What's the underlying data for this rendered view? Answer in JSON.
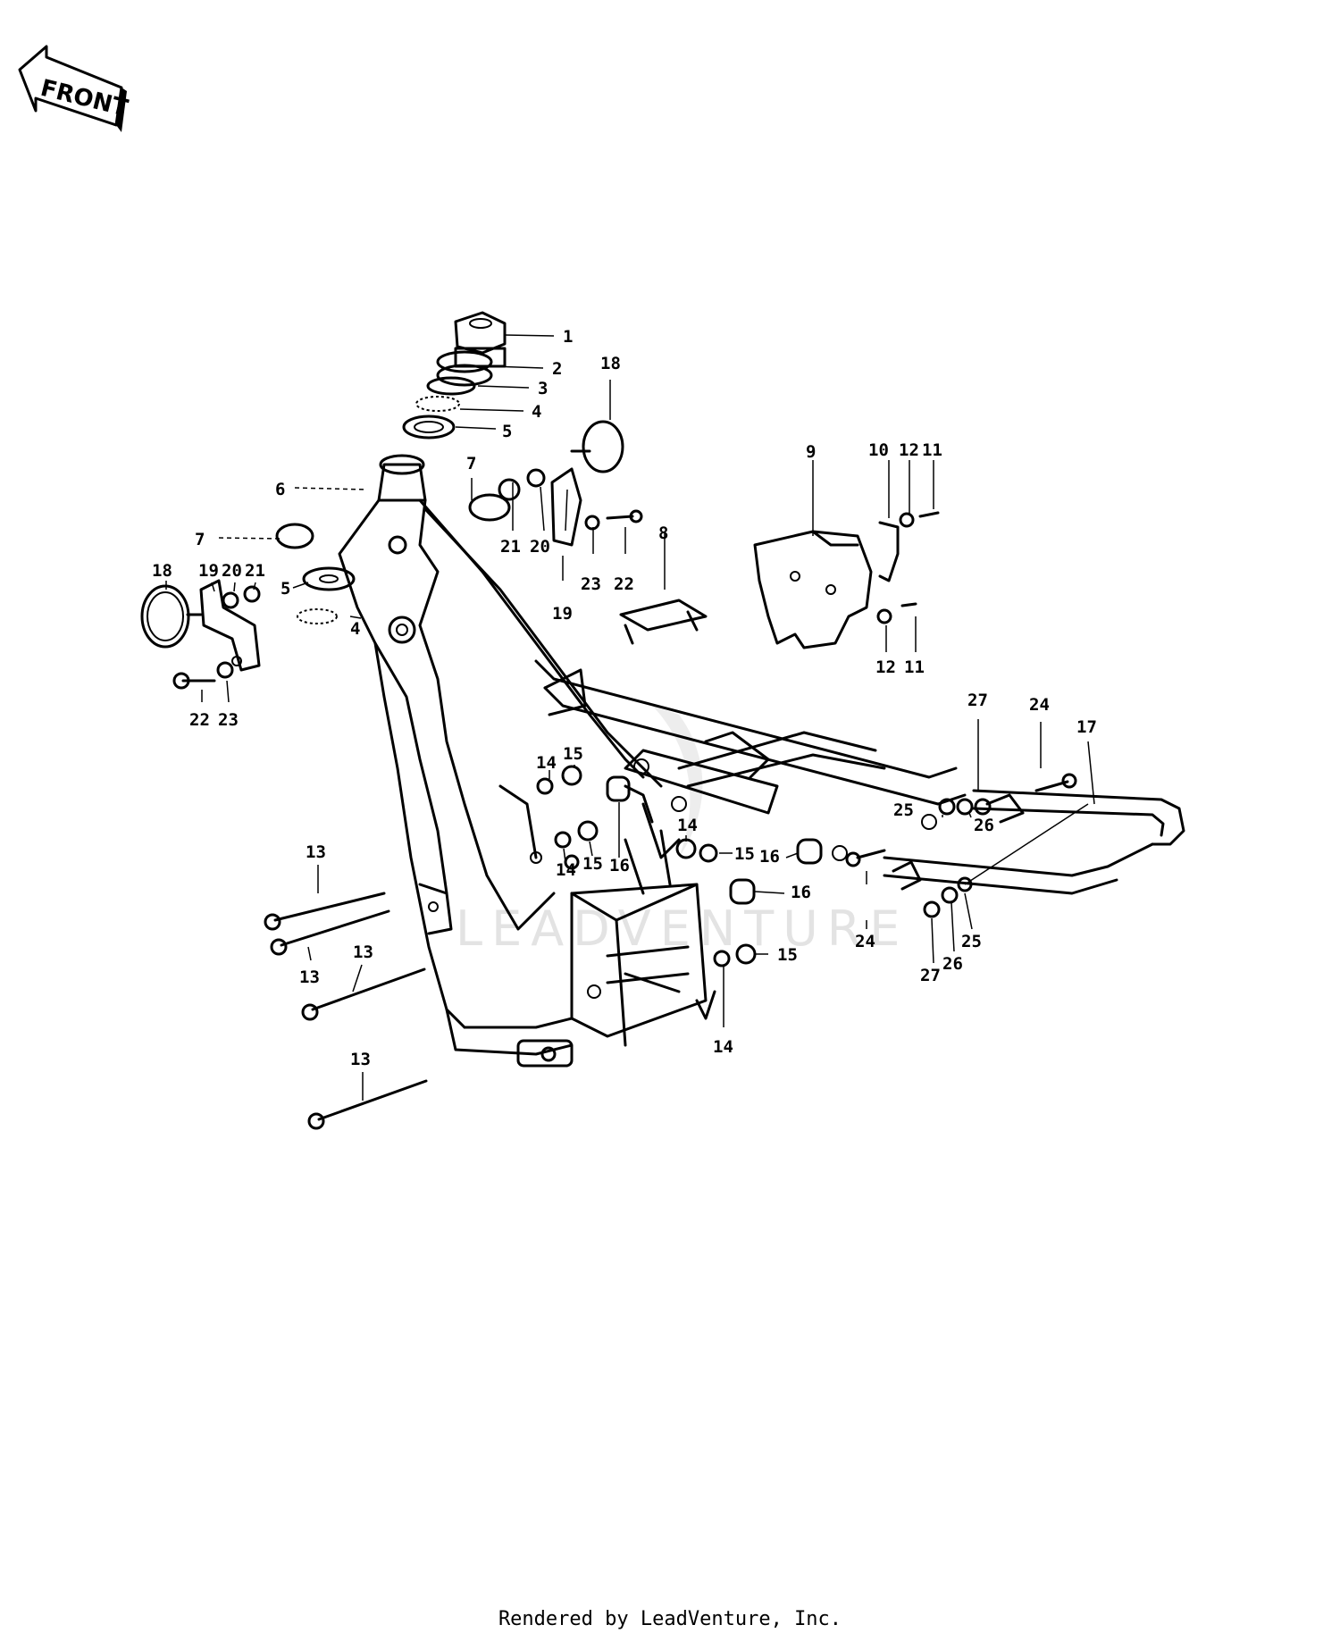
{
  "front_label": "FRONT",
  "watermark": "LEADVENTURE",
  "footer": "Rendered by LeadVenture, Inc.",
  "callouts": [
    {
      "id": "c1",
      "text": "1"
    },
    {
      "id": "c2",
      "text": "2"
    },
    {
      "id": "c3",
      "text": "3"
    },
    {
      "id": "c4a",
      "text": "4"
    },
    {
      "id": "c5a",
      "text": "5"
    },
    {
      "id": "c6",
      "text": "6"
    },
    {
      "id": "c7a",
      "text": "7"
    },
    {
      "id": "c18a",
      "text": "18"
    },
    {
      "id": "c21a",
      "text": "21"
    },
    {
      "id": "c20a",
      "text": "20"
    },
    {
      "id": "c19a",
      "text": "19"
    },
    {
      "id": "c23a",
      "text": "23"
    },
    {
      "id": "c22a",
      "text": "22"
    },
    {
      "id": "c8",
      "text": "8"
    },
    {
      "id": "c9",
      "text": "9"
    },
    {
      "id": "c10",
      "text": "10"
    },
    {
      "id": "c12a",
      "text": "12"
    },
    {
      "id": "c11a",
      "text": "11"
    },
    {
      "id": "c12b",
      "text": "12"
    },
    {
      "id": "c11b",
      "text": "11"
    },
    {
      "id": "c7b",
      "text": "7"
    },
    {
      "id": "c18b",
      "text": "18"
    },
    {
      "id": "c19b",
      "text": "19"
    },
    {
      "id": "c20b",
      "text": "20"
    },
    {
      "id": "c21b",
      "text": "21"
    },
    {
      "id": "c5b",
      "text": "5"
    },
    {
      "id": "c4b",
      "text": "4"
    },
    {
      "id": "c22b",
      "text": "22"
    },
    {
      "id": "c23b",
      "text": "23"
    },
    {
      "id": "c27a",
      "text": "27"
    },
    {
      "id": "c24a",
      "text": "24"
    },
    {
      "id": "c17",
      "text": "17"
    },
    {
      "id": "c14a",
      "text": "14"
    },
    {
      "id": "c15a",
      "text": "15"
    },
    {
      "id": "c14b",
      "text": "14"
    },
    {
      "id": "c15b",
      "text": "15"
    },
    {
      "id": "c16a",
      "text": "16"
    },
    {
      "id": "c14c",
      "text": "14"
    },
    {
      "id": "c15c",
      "text": "15"
    },
    {
      "id": "c16b",
      "text": "16"
    },
    {
      "id": "c16c",
      "text": "16"
    },
    {
      "id": "c25a",
      "text": "25"
    },
    {
      "id": "c26a",
      "text": "26"
    },
    {
      "id": "c24b",
      "text": "24"
    },
    {
      "id": "c25b",
      "text": "25"
    },
    {
      "id": "c26b",
      "text": "26"
    },
    {
      "id": "c27b",
      "text": "27"
    },
    {
      "id": "c15d",
      "text": "15"
    },
    {
      "id": "c14d",
      "text": "14"
    },
    {
      "id": "c13a",
      "text": "13"
    },
    {
      "id": "c13b",
      "text": "13"
    },
    {
      "id": "c13c",
      "text": "13"
    },
    {
      "id": "c13d",
      "text": "13"
    }
  ]
}
